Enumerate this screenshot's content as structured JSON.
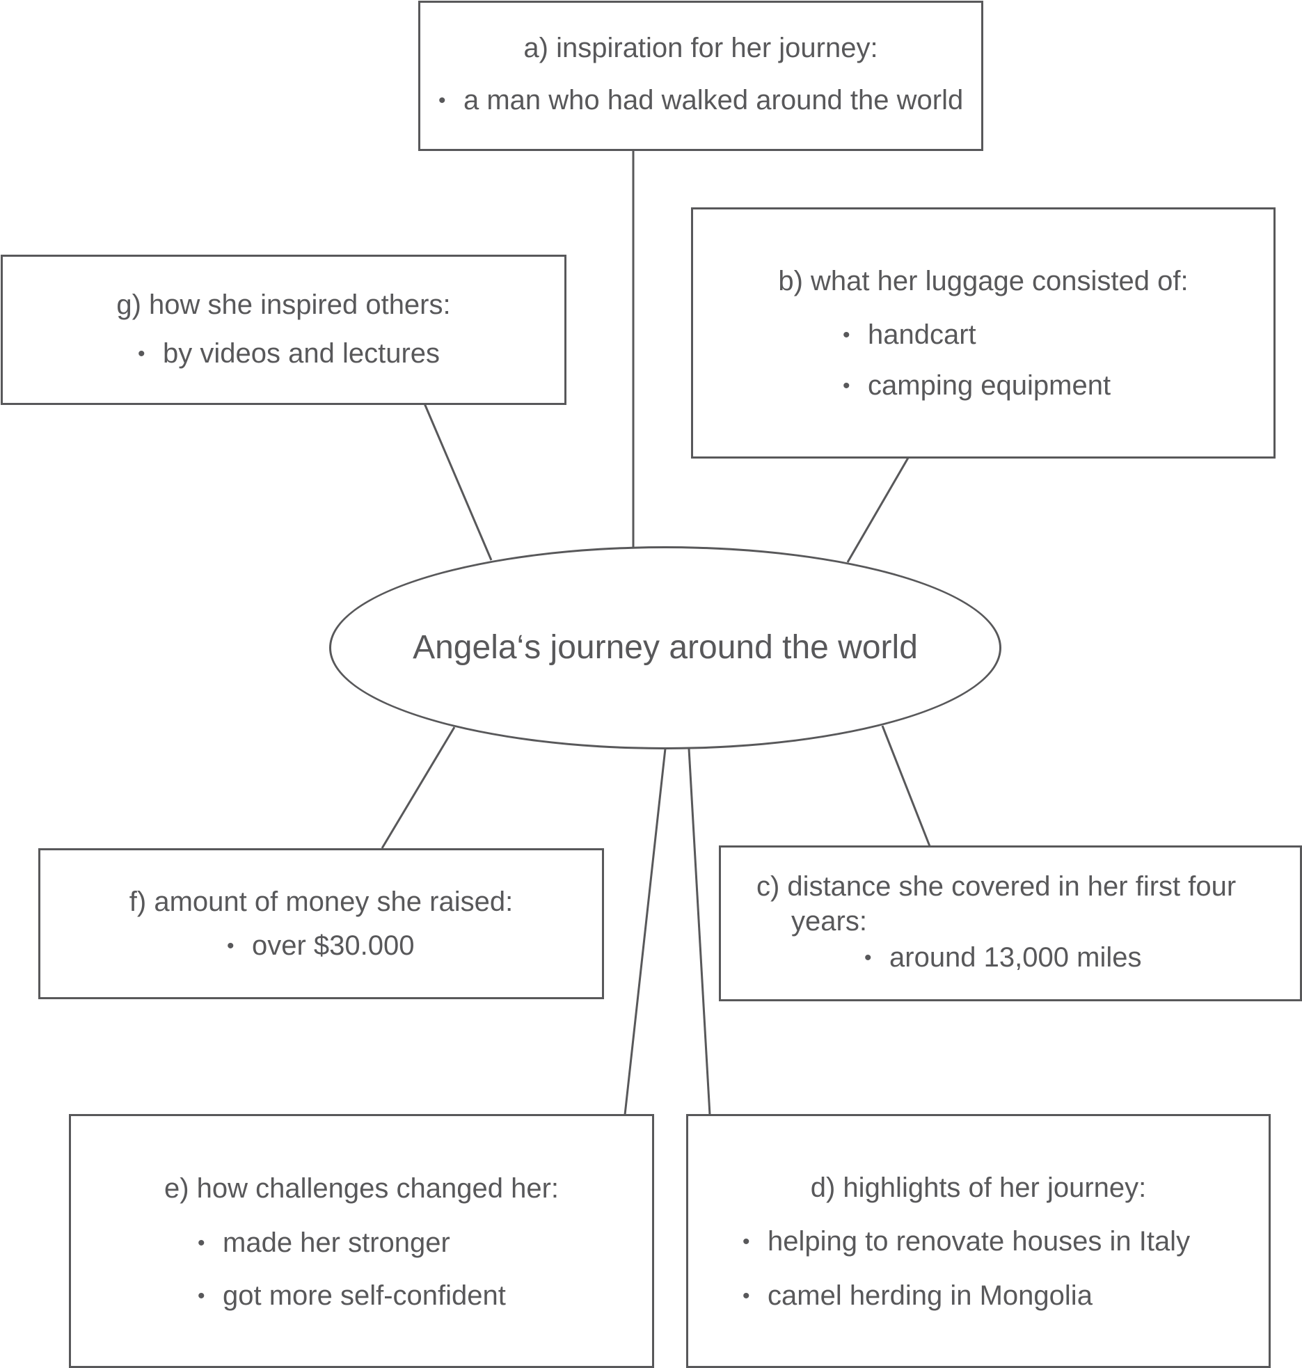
{
  "center": {
    "title": "Angela‘s journey around the world"
  },
  "boxes": {
    "a": {
      "title": "a) inspiration for her journey:",
      "items": [
        "a man who had walked around the world"
      ]
    },
    "b": {
      "title": "b) what her luggage consisted of:",
      "items": [
        "handcart",
        "camping equipment"
      ]
    },
    "c": {
      "title_line1": "c) distance she covered in her first four",
      "title_line2": "years:",
      "items": [
        "around 13,000 miles"
      ]
    },
    "d": {
      "title": "d) highlights of her journey:",
      "items": [
        "helping to renovate houses in Italy",
        "camel herding in Mongolia"
      ]
    },
    "e": {
      "title": "e) how challenges changed her:",
      "items": [
        "made her stronger",
        "got more self-confident"
      ]
    },
    "f": {
      "title": "f) amount of money she raised:",
      "items": [
        "over $30.000"
      ]
    },
    "g": {
      "title": "g) how she inspired others:",
      "items": [
        "by videos and lectures"
      ]
    }
  },
  "colors": {
    "stroke": "#58585a",
    "text": "#58585a",
    "background": "#ffffff"
  }
}
